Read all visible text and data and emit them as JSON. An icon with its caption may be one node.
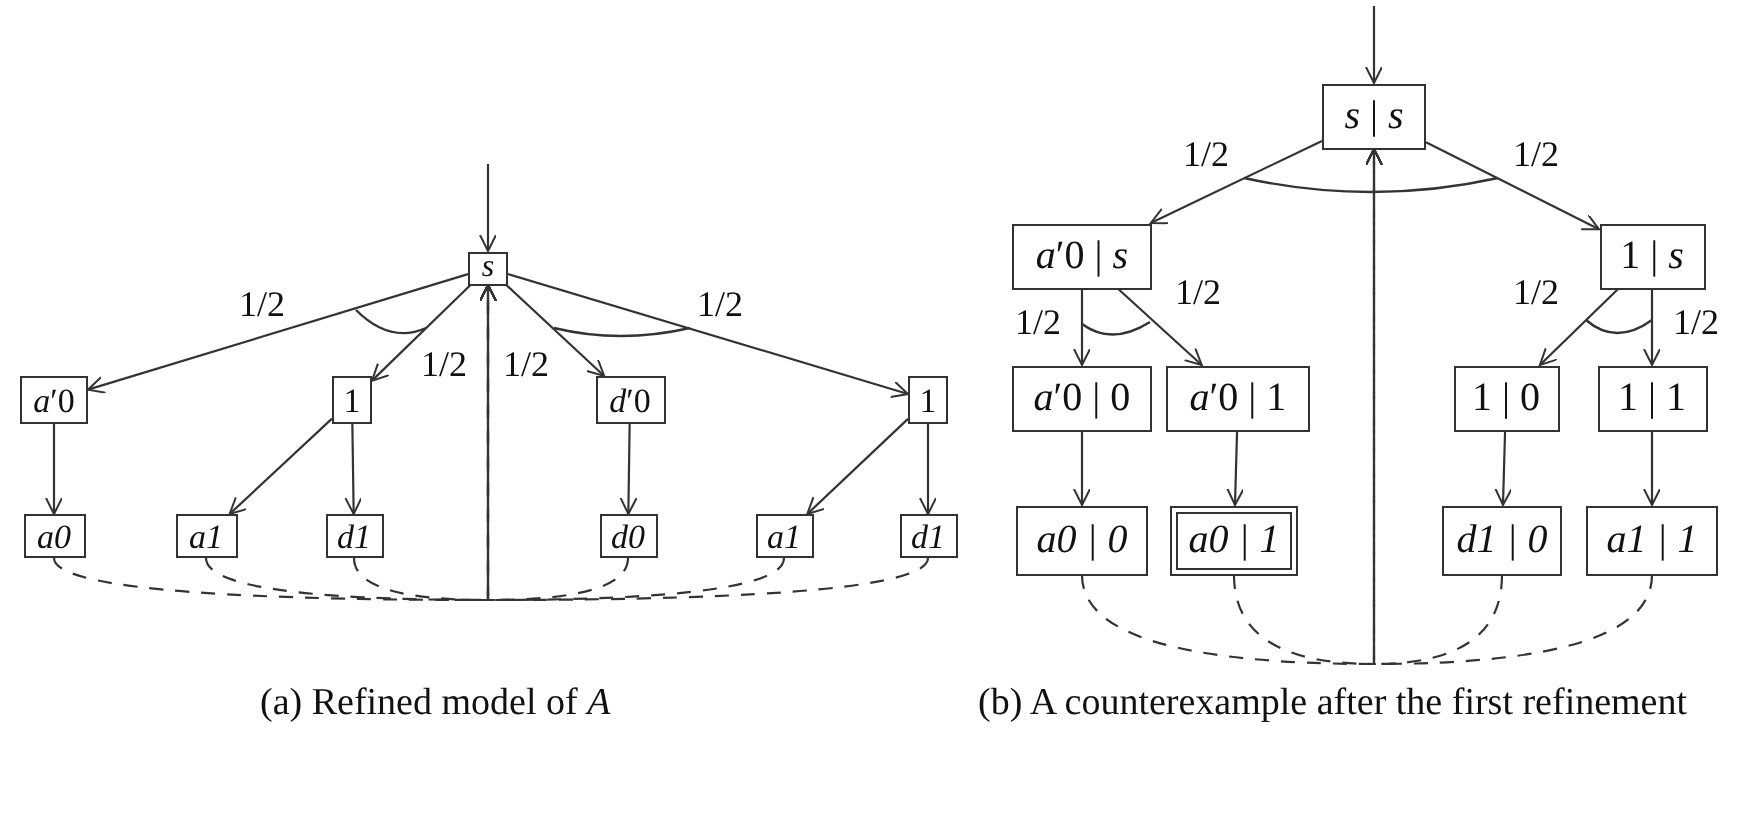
{
  "diagram": {
    "nodes": [
      {
        "text": [
          "*s*"
        ]
      },
      {
        "text": [
          "*a*′0"
        ]
      },
      {
        "text": [
          "1"
        ]
      },
      {
        "text": [
          "*d*′0"
        ]
      },
      {
        "text": [
          "1"
        ]
      },
      {
        "text": [
          "a0"
        ]
      },
      {
        "text": [
          "a1"
        ]
      },
      {
        "text": [
          "d1"
        ]
      },
      {
        "text": [
          "d0"
        ]
      },
      {
        "text": [
          "a1"
        ]
      },
      {
        "text": [
          "d1"
        ]
      },
      {
        "text": [
          "*s* | *s*"
        ]
      },
      {
        "text": [
          "*a*′0 | *s*"
        ]
      },
      {
        "text": [
          "1 | *s*"
        ]
      },
      {
        "text": [
          "*a*′0 | 0"
        ]
      },
      {
        "text": [
          "*a*′0 | 1"
        ]
      },
      {
        "text": [
          "1 | 0"
        ]
      },
      {
        "text": [
          "1 | 1"
        ]
      },
      {
        "text": [
          "a0 | 0"
        ]
      },
      {
        "text": [
          "a0 | 1"
        ]
      },
      {
        "text": [
          "d1 | 0"
        ]
      },
      {
        "text": [
          "a1 | 1"
        ]
      }
    ],
    "edges": [
      {
        "from": null,
        "to": 0,
        "arrow": "to"
      },
      {
        "from": 0,
        "to": 1,
        "arrow": "to",
        "label": "1/2"
      },
      {
        "from": 0,
        "to": 2,
        "arrow": "to",
        "label": "1/2"
      },
      {
        "from": 0,
        "to": 3,
        "arrow": "to",
        "label": "1/2"
      },
      {
        "from": 0,
        "to": 4,
        "arrow": "to",
        "label": "1/2"
      },
      {
        "from": 1,
        "to": 5,
        "arrow": "to"
      },
      {
        "from": 2,
        "to": 6,
        "arrow": "to"
      },
      {
        "from": 2,
        "to": 7,
        "arrow": "to"
      },
      {
        "from": 3,
        "to": 8,
        "arrow": "to"
      },
      {
        "from": 4,
        "to": 9,
        "arrow": "to"
      },
      {
        "from": 4,
        "to": 10,
        "arrow": "to"
      },
      {
        "from": 5,
        "to": 0,
        "arrow": "to",
        "style": "dashed"
      },
      {
        "from": 6,
        "to": 0,
        "arrow": "to",
        "style": "dashed"
      },
      {
        "from": 7,
        "to": 0,
        "arrow": "to",
        "style": "dashed"
      },
      {
        "from": 8,
        "to": 0,
        "arrow": "to",
        "style": "dashed"
      },
      {
        "from": 9,
        "to": 0,
        "arrow": "to",
        "style": "dashed"
      },
      {
        "from": 10,
        "to": 0,
        "arrow": "to",
        "style": "dashed"
      },
      {
        "from": null,
        "to": 11,
        "arrow": "to"
      },
      {
        "from": 11,
        "to": 12,
        "arrow": "to",
        "label": "1/2"
      },
      {
        "from": 11,
        "to": 13,
        "arrow": "to",
        "label": "1/2"
      },
      {
        "from": 12,
        "to": 14,
        "arrow": "to",
        "label": "1/2"
      },
      {
        "from": 12,
        "to": 15,
        "arrow": "to",
        "label": "1/2"
      },
      {
        "from": 13,
        "to": 16,
        "arrow": "to",
        "label": "1/2"
      },
      {
        "from": 13,
        "to": 17,
        "arrow": "to",
        "label": "1/2"
      },
      {
        "from": 14,
        "to": 18,
        "arrow": "to"
      },
      {
        "from": 15,
        "to": 19,
        "arrow": "to"
      },
      {
        "from": 16,
        "to": 20,
        "arrow": "to"
      },
      {
        "from": 17,
        "to": 21,
        "arrow": "to"
      },
      {
        "from": 18,
        "to": 11,
        "arrow": "to",
        "style": "dashed"
      },
      {
        "from": 19,
        "to": 11,
        "arrow": "to",
        "style": "dashed"
      },
      {
        "from": 20,
        "to": 11,
        "arrow": "to",
        "style": "dashed"
      },
      {
        "from": 21,
        "to": 11,
        "arrow": "to",
        "style": "dashed"
      }
    ],
    "labels": [
      "(a) Refined model of *A*",
      "(b) A counterexample after the first refinement"
    ]
  }
}
